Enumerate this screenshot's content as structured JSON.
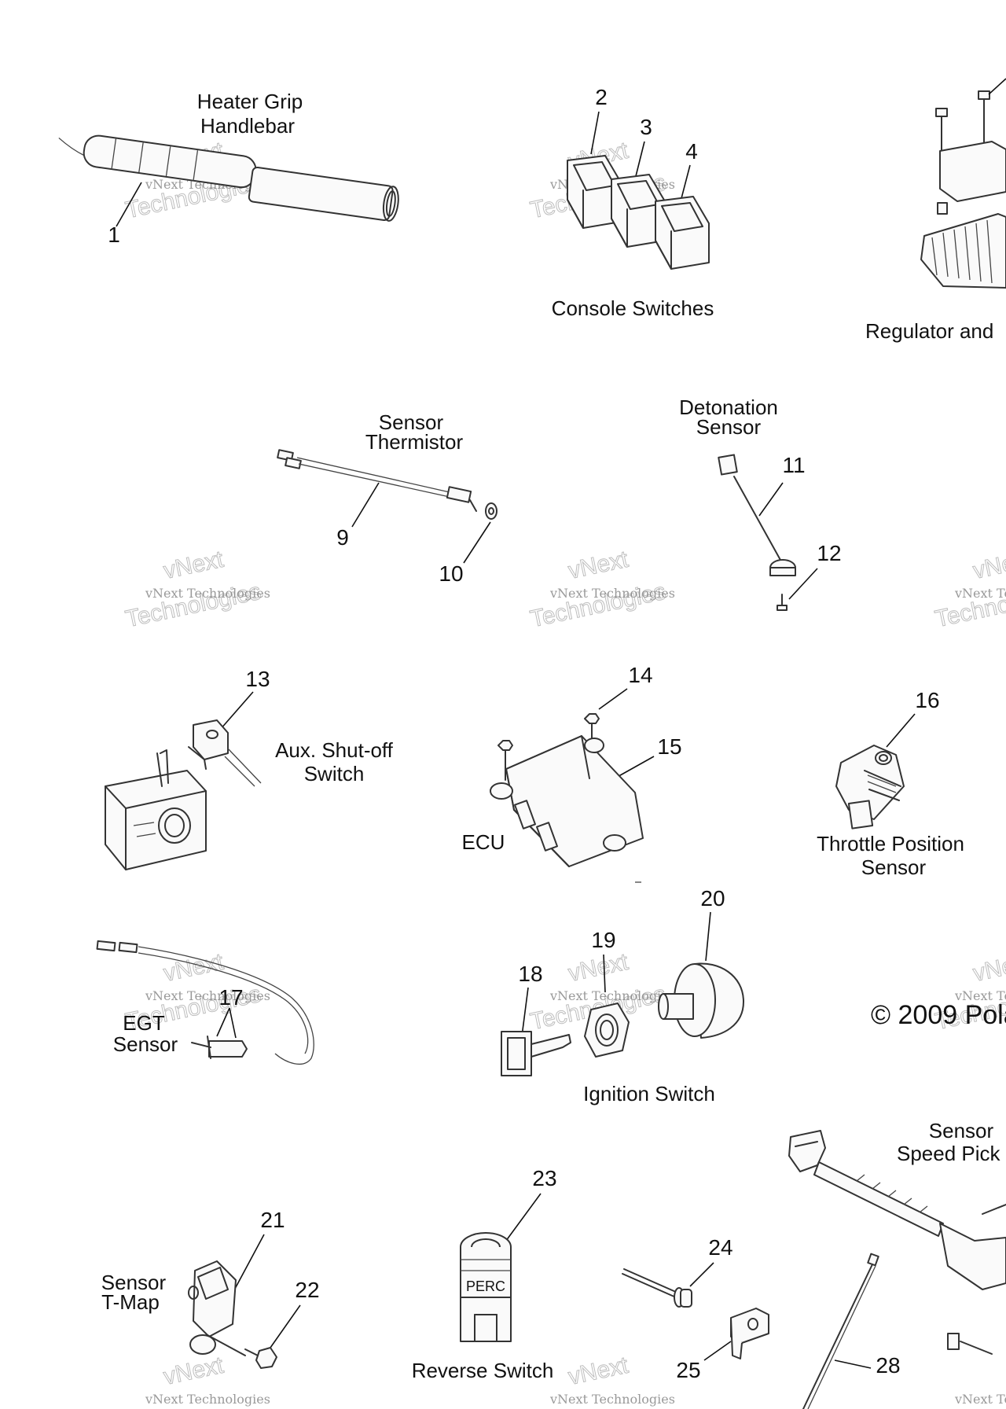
{
  "group_labels": {
    "heater_grip": [
      "Heater Grip",
      "Handlebar"
    ],
    "console_switches": "Console Switches",
    "regulator": "Regulator and",
    "sensor_thermistor": [
      "Sensor",
      "Thermistor"
    ],
    "detonation_sensor": [
      "Detonation",
      "Sensor"
    ],
    "aux_shutoff": [
      "Aux. Shut-off",
      "Switch"
    ],
    "ecu": "ECU",
    "throttle_position": [
      "Throttle Position",
      "Sensor"
    ],
    "egt_sensor": [
      "EGT",
      "Sensor"
    ],
    "ignition_switch": "Ignition Switch",
    "copyright": "© 2009 Pola",
    "speed_pickup": [
      "Sensor",
      "Speed Pick"
    ],
    "tmap_sensor": [
      "Sensor",
      "T-Map"
    ],
    "reverse_switch": "Reverse Switch",
    "perc_text": "PERC"
  },
  "callouts": [
    "1",
    "2",
    "3",
    "4",
    "9",
    "10",
    "11",
    "12",
    "13",
    "14",
    "15",
    "16",
    "17",
    "18",
    "19",
    "20",
    "21",
    "22",
    "23",
    "24",
    "25",
    "28"
  ],
  "watermark": {
    "line1": "vNext Technologies",
    "line2": "Technologies",
    "line3": "vNext"
  }
}
